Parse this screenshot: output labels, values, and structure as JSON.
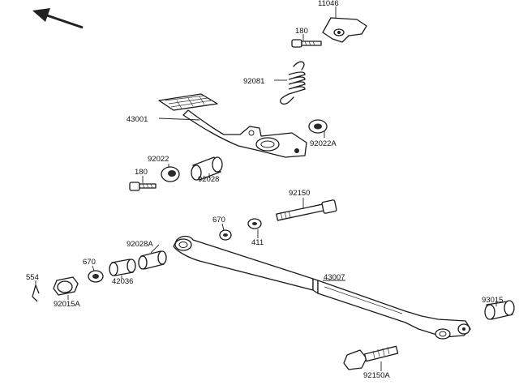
{
  "callouts": {
    "p11046": "11046",
    "p180_top": "180",
    "p92081": "92081",
    "p43001": "43001",
    "p92022A": "92022A",
    "p92022": "92022",
    "p180_mid": "180",
    "p92028": "92028",
    "p92150": "92150",
    "p670_upper": "670",
    "p411": "411",
    "p92028A": "92028A",
    "p670_lower": "670",
    "p42036": "42036",
    "p554": "554",
    "p92015A": "92015A",
    "p43007": "43007",
    "p93015": "93015",
    "p92150A": "92150A"
  },
  "icons": {
    "direction_arrow": "arrow-up-left-icon"
  }
}
